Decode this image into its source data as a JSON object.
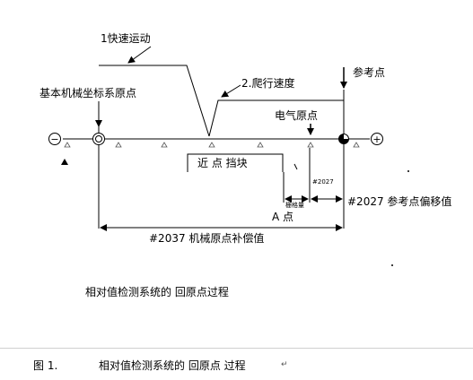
{
  "diagram": {
    "labels": {
      "fast_move": "1快速运动",
      "crawl_speed": "2.爬行速度",
      "reference_point": "参考点",
      "machine_origin": "基本机械坐标系原点",
      "electrical_origin": "电气原点",
      "minus_sign": "−",
      "plus_sign": "+",
      "near_point_dog": "近 点 挡块",
      "grid_amount": "栅格量",
      "param_2027_small": "#2027",
      "ref_offset": "#2027  参考点偏移值",
      "a_point": "A 点",
      "machine_comp": "#2037  机械原点补偿值",
      "title": "相对值检测系统的 回原点过程"
    }
  },
  "caption": {
    "figure_no": "图 1.",
    "text": "相对值检测系统的 回原点 过程",
    "return_mark": "↵"
  }
}
